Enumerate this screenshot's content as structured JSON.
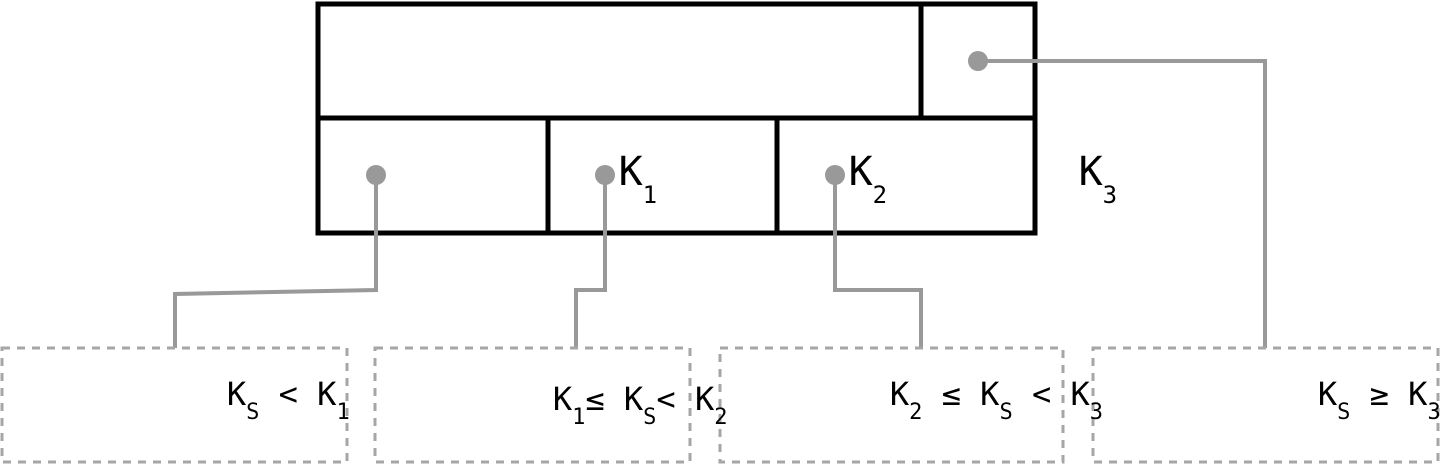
{
  "node": {
    "keys": [
      {
        "letter": "K",
        "sub": "1"
      },
      {
        "letter": "K",
        "sub": "2"
      },
      {
        "letter": "K",
        "sub": "3"
      }
    ]
  },
  "children": [
    {
      "parts": [
        {
          "text": "K",
          "sub": "S"
        },
        {
          "text": " < K",
          "sub": "1"
        }
      ]
    },
    {
      "parts": [
        {
          "text": "K",
          "sub": "1"
        },
        {
          "text": "≤ K",
          "sub": "S"
        },
        {
          "text": "< K",
          "sub": "2"
        }
      ]
    },
    {
      "parts": [
        {
          "text": "K",
          "sub": "2"
        },
        {
          "text": " ≤ K",
          "sub": "S"
        },
        {
          "text": " < K",
          "sub": "3"
        }
      ]
    },
    {
      "parts": [
        {
          "text": "K",
          "sub": "S"
        },
        {
          "text": " ≥ K",
          "sub": "3"
        }
      ]
    }
  ],
  "colors": {
    "node_border": "#000000",
    "pointer": "#999999",
    "child_border": "#a6a6a6"
  }
}
